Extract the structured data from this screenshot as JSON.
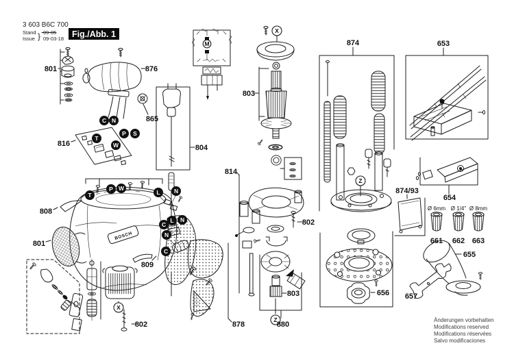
{
  "header": {
    "product_code": "3 603 B6C 700",
    "stand_label": "Stand",
    "issue_label": "Issue",
    "brace": "}",
    "old_date": "09-05",
    "date": "09-03-18",
    "figure_label": "Fig./Abb. 1"
  },
  "brand": "BOSCH",
  "labels": {
    "p653": "653",
    "p654": "654",
    "p655": "655",
    "p656": "656",
    "p657": "657",
    "p661": "661",
    "p662": "662",
    "p663": "663",
    "p801": "801",
    "p802": "802",
    "p803": "803",
    "p804": "804",
    "p808": "808",
    "p809": "809",
    "p814": "814",
    "p816": "816",
    "p865": "865",
    "p874": "874",
    "p874_93": "874/93",
    "p876": "876",
    "p878": "878",
    "p880": "880"
  },
  "collet_sizes": {
    "s661": "Ø 6mm",
    "s662": "Ø 1/4\"",
    "s663": "Ø 8mm"
  },
  "callout_letters": {
    "C": "C",
    "L": "L",
    "M": "M",
    "N": "N",
    "P": "P",
    "S": "S",
    "T": "T",
    "W": "W",
    "X": "X",
    "Z": "Z"
  },
  "footer": {
    "line1": "Änderungen vorbehalten",
    "line2": "Modifications reserved",
    "line3": "Modifications réservées",
    "line4": "Salvo modificaciones"
  }
}
